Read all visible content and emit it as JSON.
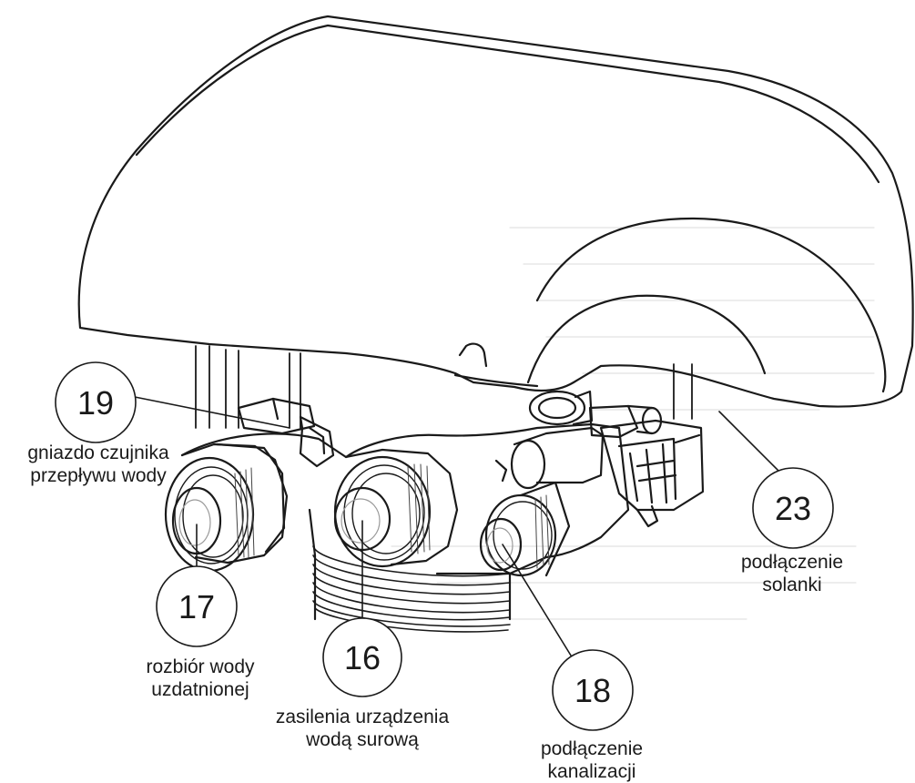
{
  "labels": {
    "c19": {
      "number": "19",
      "lines": [
        "gniazdo czujnika",
        "przepływu wody"
      ]
    },
    "c17": {
      "number": "17",
      "lines": [
        "rozbiór wody",
        "uzdatnionej"
      ]
    },
    "c16": {
      "number": "16",
      "lines": [
        "zasilenia urządzenia",
        "wodą surową"
      ]
    },
    "c18": {
      "number": "18",
      "lines": [
        "podłączenie",
        "kanalizacji"
      ]
    },
    "c23": {
      "number": "23",
      "lines": [
        "podłączenie",
        "solanki"
      ]
    }
  },
  "colors": {
    "ink": "#1a1a1a",
    "paper": "#ffffff",
    "hatch": "#d6d6d6"
  }
}
